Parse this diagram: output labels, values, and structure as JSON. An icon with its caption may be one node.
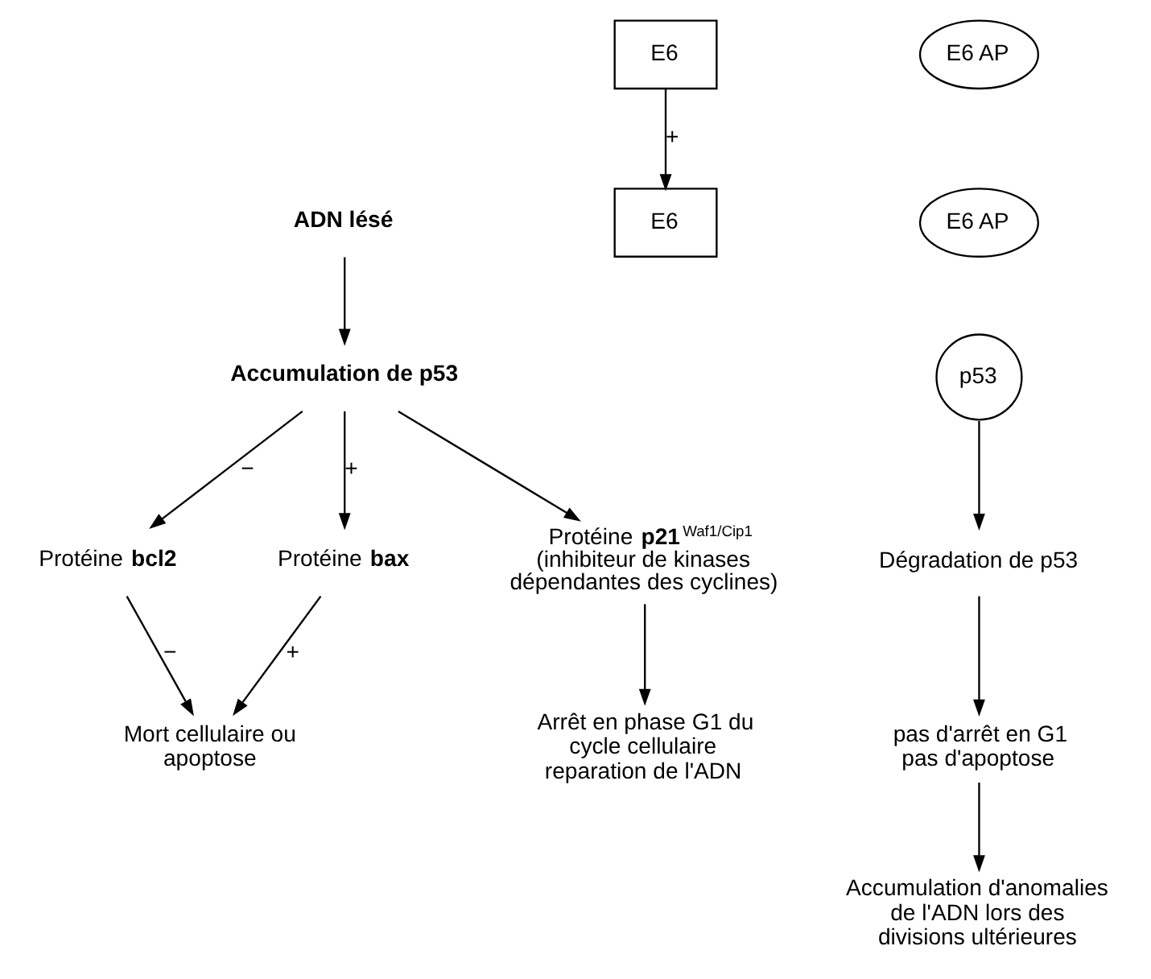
{
  "diagram": {
    "nodes": [
      {
        "text": [
          "ADN lésé"
        ]
      },
      {
        "text": [
          "Accumulation de p53"
        ]
      },
      {
        "text": [
          "E6"
        ]
      },
      {
        "text": [
          "E6 AP"
        ]
      },
      {
        "text": [
          "E6"
        ]
      },
      {
        "text": [
          "E6 AP"
        ]
      },
      {
        "text": [
          "p53"
        ]
      },
      {
        "text": [
          "Protéine **bcl2**"
        ]
      },
      {
        "text": [
          "Protéine **bax**"
        ]
      },
      {
        "text": [
          "Protéine **p21**$^{Waf1/Cip1}$ (inhibiteur de kinases dépendantes des cyclines)"
        ]
      },
      {
        "text": [
          "Mort cellulaire ou apoptose"
        ]
      },
      {
        "text": [
          "Arrêt en phase G1 du cycle cellulaire reparation de l'ADN"
        ]
      },
      {
        "text": [
          "Dégradation de p53"
        ]
      },
      {
        "text": [
          "pas d'arrêt en G1 pas d'apoptose"
        ]
      },
      {
        "text": [
          "Accumulation d'anomalies de l'ADN lors des divisions ultérieures"
        ]
      }
    ],
    "edges": [
      {
        "from": 0,
        "to": 1,
        "arrow": "to"
      },
      {
        "from": 1,
        "to": 7,
        "arrow": "to",
        "label": "−"
      },
      {
        "from": 1,
        "to": 8,
        "arrow": "to",
        "label": "+"
      },
      {
        "from": 1,
        "to": 9,
        "arrow": "to"
      },
      {
        "from": 2,
        "to": 4,
        "arrow": "to",
        "label": "+"
      },
      {
        "from": 6,
        "to": 12,
        "arrow": "to"
      },
      {
        "from": 7,
        "to": 10,
        "arrow": "to",
        "label": "−"
      },
      {
        "from": 8,
        "to": 10,
        "arrow": "to",
        "label": "+"
      },
      {
        "from": 9,
        "to": 11,
        "arrow": "to"
      },
      {
        "from": 12,
        "to": 13,
        "arrow": "to"
      },
      {
        "from": 13,
        "to": 14,
        "arrow": "to"
      }
    ]
  }
}
